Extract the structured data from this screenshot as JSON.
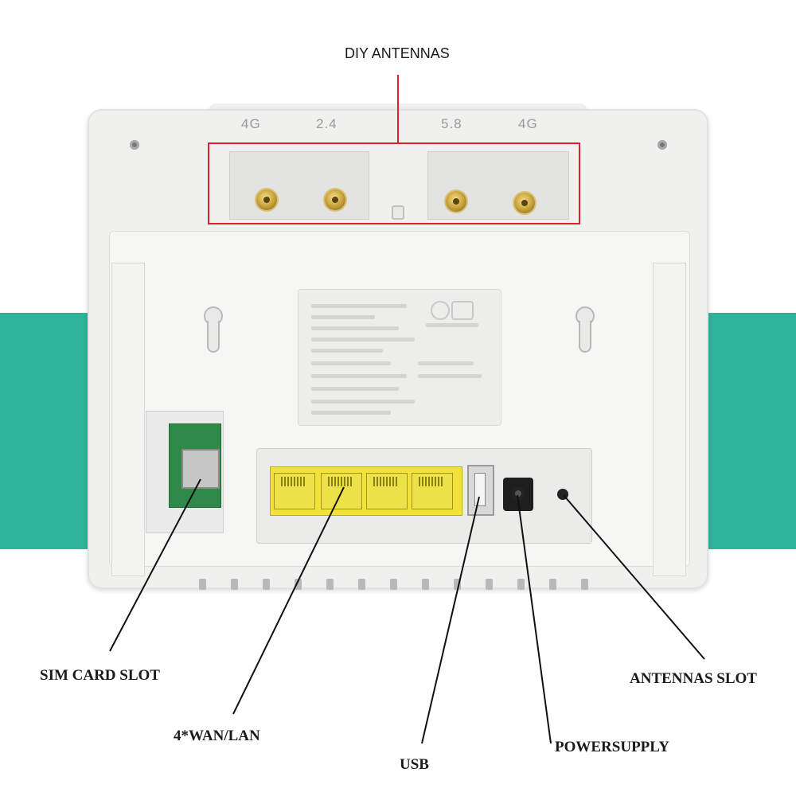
{
  "router": {
    "antenna_bands": [
      "4G",
      "2.4",
      "5.8",
      "4G"
    ]
  },
  "callouts": {
    "diy_antennas": "DIY ANTENNAS",
    "sim_card_slot": "SIM CARD SLOT",
    "wan_lan": "4*WAN/LAN",
    "usb": "USB",
    "power_supply": "POWERSUPPLY",
    "antennas_slot": "ANTENNAS SLOT"
  },
  "colors": {
    "background_band": "#2fb39a",
    "highlight_box": "#e0202a",
    "ethernet_ports": "#f1e33a",
    "sma_connectors": "#c9a33c"
  }
}
